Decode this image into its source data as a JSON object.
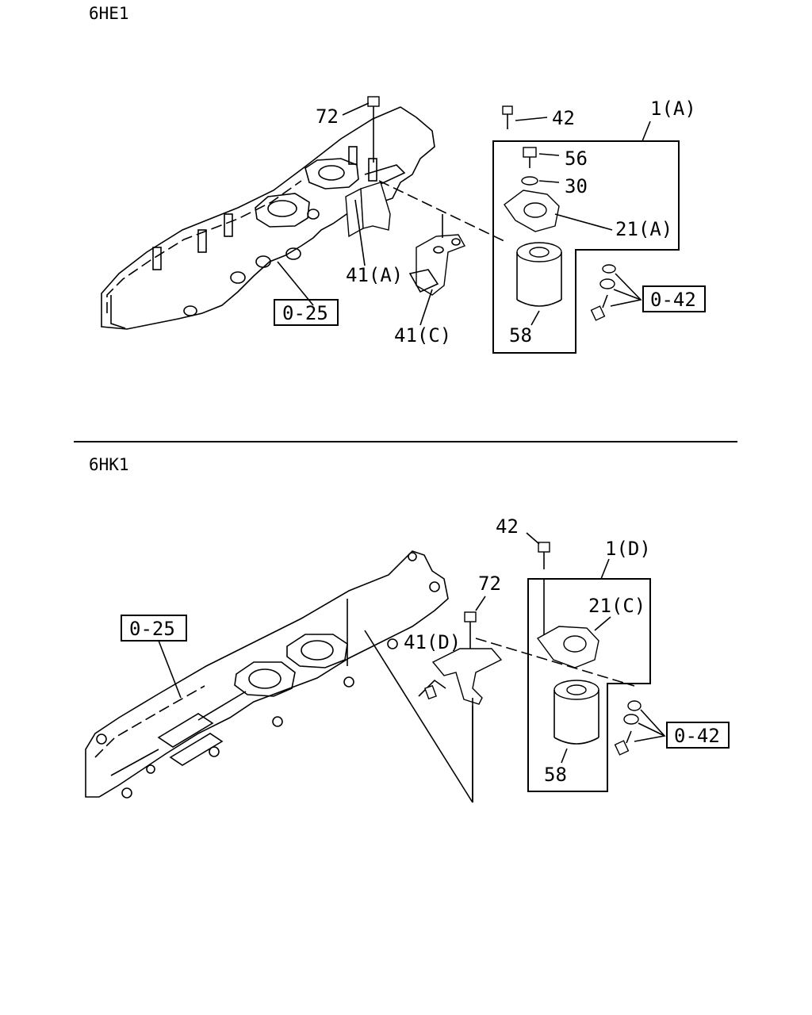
{
  "sections": [
    {
      "title": "6HE1",
      "refs": {
        "manifold": "0-25",
        "bolts": "0-42"
      },
      "callouts": {
        "bolt_top": "72",
        "bolt_head": "42",
        "assembly": "1(A)",
        "plug": "56",
        "washer": "30",
        "filter_head": "21(A)",
        "bracket_a": "41(A)",
        "bracket_c": "41(C)",
        "filter": "58"
      }
    },
    {
      "title": "6HK1",
      "refs": {
        "manifold": "0-25",
        "bolts": "0-42"
      },
      "callouts": {
        "bolt_head": "42",
        "assembly": "1(D)",
        "nut": "72",
        "filter_head": "21(C)",
        "bracket_d": "41(D)",
        "filter": "58"
      }
    }
  ]
}
